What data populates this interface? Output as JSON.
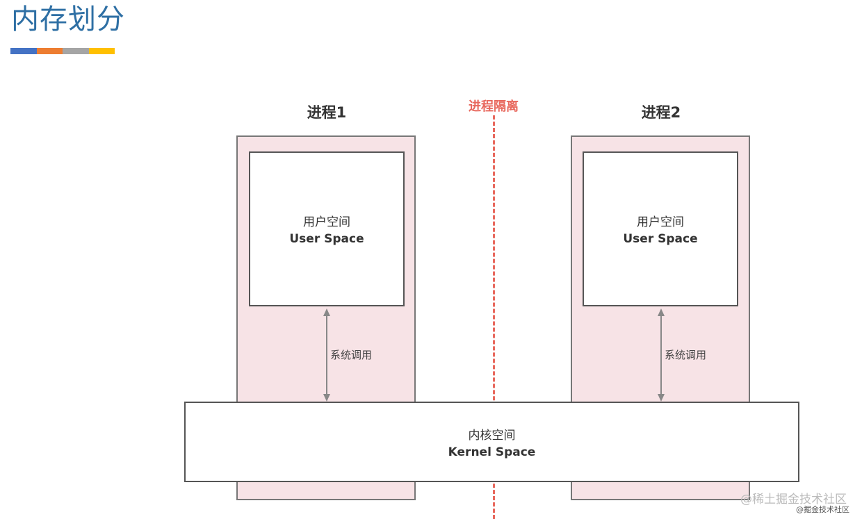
{
  "page": {
    "title": "内存划分"
  },
  "accent_bar": {
    "colors": [
      "#4472c4",
      "#ed7d31",
      "#a5a5a5",
      "#ffc000"
    ]
  },
  "diagram": {
    "isolation_label": "进程隔离",
    "isolation_color": "#e8685d",
    "process_fill": "#f7e3e6",
    "processes": [
      {
        "title": "进程1",
        "user_space_cn": "用户空间",
        "user_space_en": "User Space",
        "syscall_label": "系统调用"
      },
      {
        "title": "进程2",
        "user_space_cn": "用户空间",
        "user_space_en": "User Space",
        "syscall_label": "系统调用"
      }
    ],
    "kernel": {
      "label_cn": "内核空间",
      "label_en": "Kernel Space"
    }
  },
  "watermark": {
    "text": "@稀土掘金技术社区",
    "sub": "@掘金技术社区"
  }
}
